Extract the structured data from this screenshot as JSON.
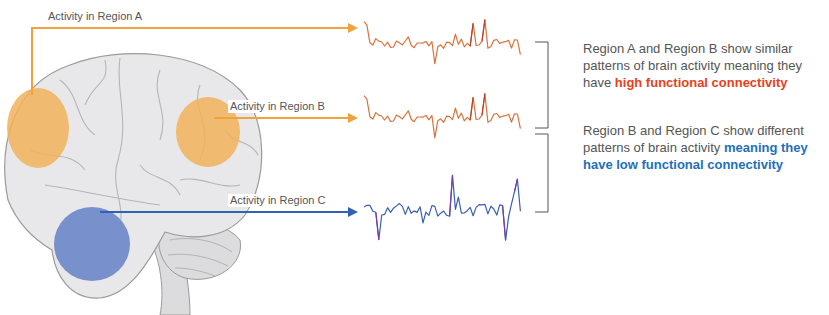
{
  "diagram": {
    "labels": [
      "Activity in Region A",
      "Activity in Region B",
      "Activity in Region C",
      "Region A and Region B show similar patterns of brain activity meaning they have",
      "high functional connectivity",
      "Region B and Region C show different patterns of brain activity",
      "meaning they have low functional connectivity"
    ]
  }
}
